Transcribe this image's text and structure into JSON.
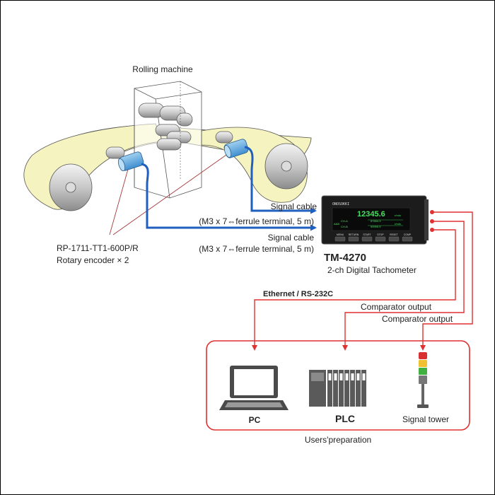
{
  "labels": {
    "rolling_machine": "Rolling machine",
    "signal_cable_1": {
      "title": "Signal cable",
      "spec": "(M3 x 7⇔ferrule terminal, 5 m)"
    },
    "signal_cable_2": {
      "title": "Signal cable",
      "spec": "(M3 x 7⇔ferrule terminal, 5 m)"
    },
    "encoder": {
      "model": "RP-1711-TT1-600P/R",
      "count": "Rotary encoder × 2"
    },
    "ethernet": "Ethernet / RS-232C",
    "comparator_output_1": "Comparator output",
    "comparator_output_2": "Comparator output",
    "users_preparation": "Users'preparation"
  },
  "device": {
    "model": "TM-4270",
    "description": "2-ch Digital Tachometer",
    "brand": "ONOSOKKI",
    "display": {
      "main_value": "12345.6",
      "unit": "r/min",
      "ch_a": "CH-A",
      "ch_b": "CH-B",
      "ab": "A&B",
      "ch_a_value": "87654.3",
      "ch_b_value": "99999.9"
    },
    "buttons": [
      "MENU",
      "RETURN",
      "START",
      "STOP",
      "RESET",
      "COMP"
    ]
  },
  "equipment": {
    "pc": "PC",
    "plc": "PLC",
    "signal_tower": "Signal tower"
  },
  "colors": {
    "connection_line": "#e03030",
    "signal_cable": "#1f5fbf",
    "belt": "#f5f3c0",
    "display_text": "#48e060"
  }
}
